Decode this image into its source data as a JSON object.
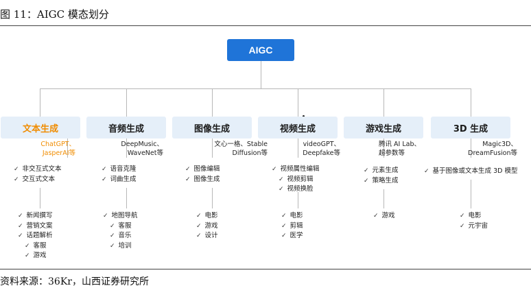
{
  "figure": {
    "title": "图 11：AIGC 模态划分",
    "source": "资料来源：36Kr，山西证券研究所"
  },
  "root": {
    "label": "AIGC"
  },
  "categories": [
    {
      "label": "文本生成",
      "examples": [
        "ChatGPT、",
        "JasperAI等"
      ],
      "features": [
        "非交互式文本",
        "交互式文本"
      ],
      "applications": [
        "新闻撰写",
        "营销文案",
        "话题解析",
        "客服",
        "游戏"
      ]
    },
    {
      "label": "音频生成",
      "examples": [
        "DeepMusic、",
        "WaveNet等"
      ],
      "features": [
        "语音克隆",
        "词曲生成"
      ],
      "applications": [
        "地图导航",
        "客服",
        "音乐",
        "培训"
      ]
    },
    {
      "label": "图像生成",
      "examples": [
        "文心一格、Stable",
        "Diffusion等"
      ],
      "features": [
        "图像编辑",
        "图像生成"
      ],
      "applications": [
        "电影",
        "游戏",
        "设计"
      ]
    },
    {
      "label": "视频生成",
      "examples": [
        "videoGPT、",
        "Deepfake等"
      ],
      "features": [
        "视频属性编辑",
        "视频剪辑",
        "视频换脸"
      ],
      "applications": [
        "电影",
        "剪辑",
        "医学"
      ]
    },
    {
      "label": "游戏生成",
      "examples": [
        "腾讯 AI Lab、",
        "超参数等"
      ],
      "features": [
        "元素生成",
        "策略生成"
      ],
      "applications": [
        "游戏"
      ]
    },
    {
      "label": "3D 生成",
      "examples": [
        "Magic3D、",
        "DreamFusion等"
      ],
      "features": [
        "基于图像或文本生成 3D 模型"
      ],
      "applications": [
        "电影",
        "元宇宙"
      ]
    }
  ],
  "colors": {
    "root_fill": "#1f74d8",
    "category_fill": "#e5eff9",
    "highlight": "#f08c00",
    "connector": "#b7b7b7"
  }
}
